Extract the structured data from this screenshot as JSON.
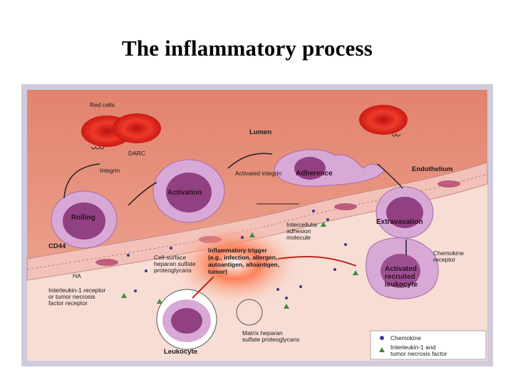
{
  "slide": {
    "title": "The inflammatory process"
  },
  "diagram": {
    "labels": {
      "red_cells": "Red cells",
      "lumen": "Lumen",
      "darc": "DARC",
      "integrin": "Integrin",
      "activated_integrin": "Activated integrin",
      "endothelium": "Endothelium",
      "adherence": "Adherence",
      "activation": "Activation",
      "rolling": "Rolling",
      "extravasation": "Extravasation",
      "cd44": "CD44",
      "ha": "HA",
      "intercellular_adhesion_molecule": "Intercellular adhesion molecule",
      "cell_surface_hs": "Cell-surface heparan sulfate proteoglycans",
      "trigger": "Inflammatory trigger (e.g., infection, allergen, autoantigen, alloantigen, tumor)",
      "chemokine_receptor": "Chemokine receptor",
      "il1_receptor": "Interleukin-1 receptor or tumor necrosis factor receptor",
      "activated_recruited_leukocyte": "Activated recruited leukocyte",
      "matrix_hs": "Matrix heparan sulfate proteoglycans",
      "leukocyte": "Leukocyte"
    },
    "legend": {
      "chemokine": "Chemokine",
      "il1_tnf": "Interleukin-1 and tumor necrosis factor"
    },
    "colors": {
      "lumen": "#e07a68",
      "endothelium": "#f2c8c2",
      "tissue": "#f7ddd4",
      "red_cell": "#e8281c",
      "leukocyte": "#cf9fcf",
      "nucleus": "#7a2a6a",
      "frame": "#c9c4d6"
    }
  }
}
